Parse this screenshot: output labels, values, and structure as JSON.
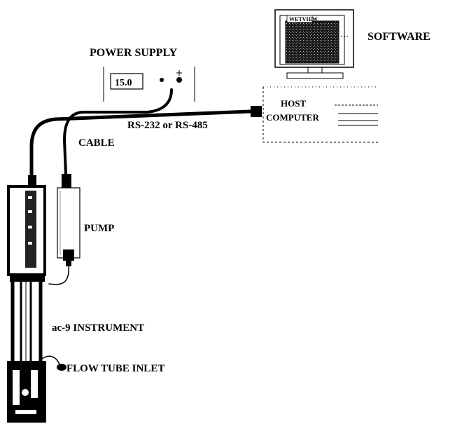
{
  "labels": {
    "software": "SOFTWARE",
    "power_supply": "POWER SUPPLY",
    "host_computer_line1": "HOST",
    "host_computer_line2": "COMPUTER",
    "interface": "RS-232 or RS-485",
    "cable": "CABLE",
    "pump": "PUMP",
    "instrument": "ac-9 INSTRUMENT",
    "flow_tube_inlet": "FLOW TUBE INLET"
  },
  "monitor": {
    "screen_title": "WETVIEW"
  },
  "power_supply_display": "15.0"
}
